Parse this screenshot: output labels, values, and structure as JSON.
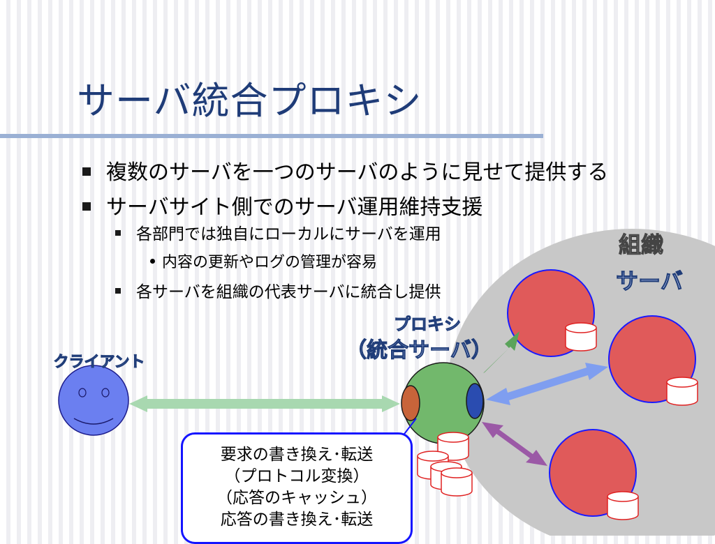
{
  "slide": {
    "title": "サーバ統合プロキシ",
    "bullets": [
      "複数のサーバを一つのサーバのように見せて提供する",
      "サーバサイト側でのサーバ運用維持支援",
      "各部門では独自にローカルにサーバを運用",
      "内容の更新やログの管理が容易",
      "各サーバを組織の代表サーバに統合し提供"
    ]
  },
  "diagram": {
    "client_label": "クライアント",
    "proxy_label_line1": "プロキシ",
    "proxy_label_line2": "（統合サーバ）",
    "org_label_line1": "組織",
    "org_label_line2": "サーバ",
    "callout_lines": [
      "要求の書き換え･転送",
      "（プロトコル変換）",
      "（応答のキャッシュ）",
      "応答の書き換え･転送"
    ]
  },
  "colors": {
    "title": "#1f3c78",
    "title_rule": "#9ab0d4",
    "client_face": "#6b7ff0",
    "proxy": "#72b86c",
    "server": "#e05a5a",
    "org_area": "#c8c8c8",
    "arrow_client": "#a8d8b0",
    "arrow_server1": "#5aa35a",
    "arrow_server2": "#7f9ef0",
    "arrow_server3": "#9b59a6",
    "callout_border": "#1414ff",
    "cache": "#e02020"
  },
  "icons": [
    "smiley-face",
    "database-cylinder"
  ]
}
